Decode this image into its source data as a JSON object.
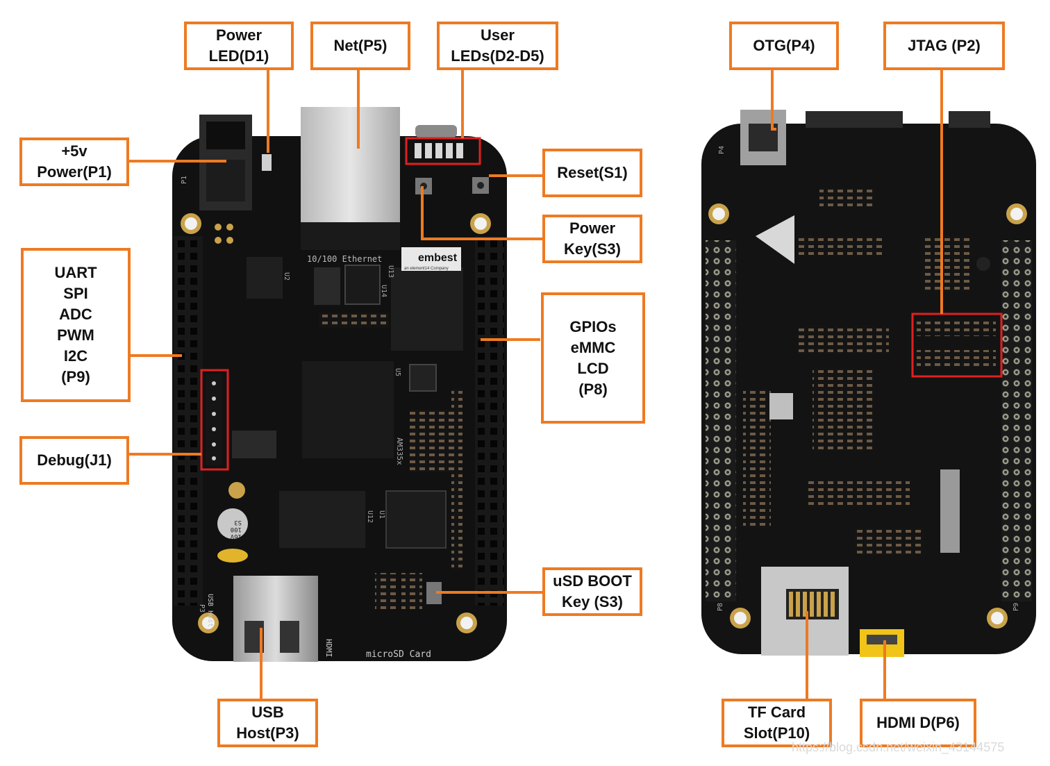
{
  "accent_color": "#ee7a22",
  "highlight_color": "#e02020",
  "labels": {
    "power_led": [
      "Power",
      "LED(D1)"
    ],
    "net": [
      "Net(P5)"
    ],
    "user_leds": [
      "User",
      "LEDs(D2-D5)"
    ],
    "otg": [
      "OTG(P4)"
    ],
    "jtag": [
      "JTAG (P2)"
    ],
    "power_5v": [
      "+5v",
      "Power(P1)"
    ],
    "reset": [
      "Reset(S1)"
    ],
    "power_key": [
      "Power",
      "Key(S3)"
    ],
    "uart_group": [
      "UART",
      "SPI",
      "ADC",
      "PWM",
      "I2C",
      "(P9)"
    ],
    "gpio_group": [
      "GPIOs",
      "eMMC",
      "LCD",
      "(P8)"
    ],
    "debug": [
      "Debug(J1)"
    ],
    "usd_boot": [
      "uSD BOOT",
      "Key (S3)"
    ],
    "usb_host": [
      "USB",
      "Host(P3)"
    ],
    "tf_card": [
      "TF Card",
      "Slot(P10)"
    ],
    "hdmi": [
      "HDMI D(P6)"
    ]
  },
  "board_silkscreen": {
    "ethernet": "10/100 Ethernet",
    "brand": "embest",
    "brand_sub": "an element14 Company",
    "microsd": "microSD Card",
    "hdmi": "HDMI",
    "usb_host": "USB Host",
    "u1": "U1",
    "u2": "U2",
    "u5": "U5",
    "u12": "U12",
    "u13": "U13",
    "u14": "U14",
    "am335x": "AM335x",
    "p1": "P1",
    "p3": "P3",
    "p4": "P4",
    "p8": "P8",
    "p9": "P9",
    "cap": [
      "S3",
      "100",
      "16V"
    ]
  },
  "watermark": "https://blog.csdn.net/weixin_43144575"
}
